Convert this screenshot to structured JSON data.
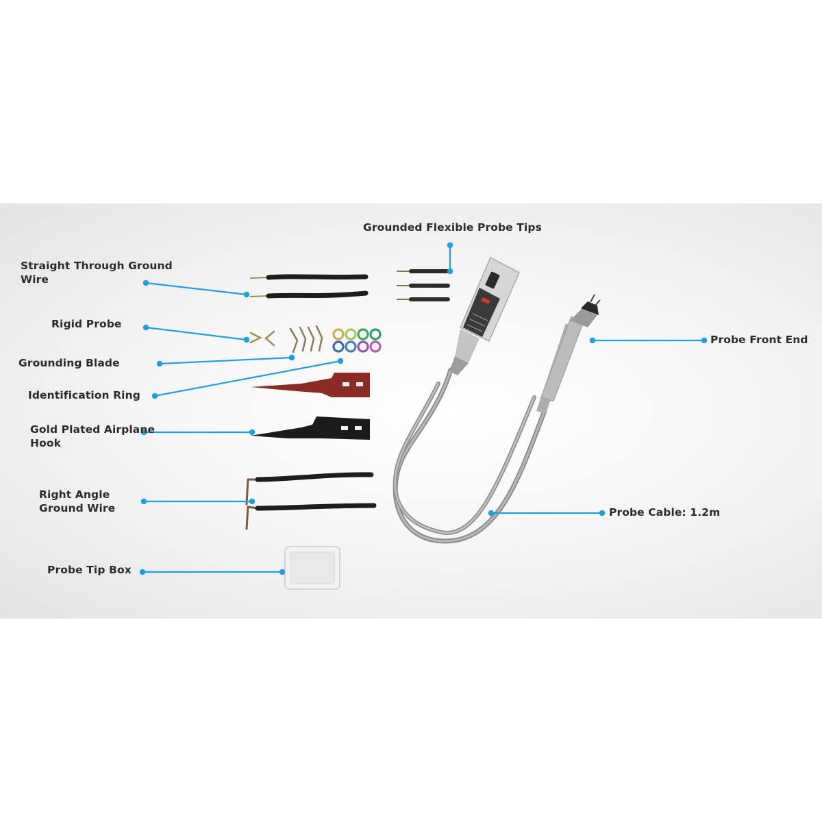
{
  "callouts": {
    "grounded_flexible_probe_tips": "Grounded Flexible Probe Tips",
    "straight_through_ground_wire": "Straight Through Ground\nWire",
    "rigid_probe": "Rigid Probe",
    "grounding_blade": "Grounding Blade",
    "identification_ring": "Identification Ring",
    "gold_plated_airplane_hook": "Gold Plated Airplane\nHook",
    "right_angle_ground_wire": "Right Angle\nGround Wire",
    "probe_tip_box": "Probe Tip Box",
    "probe_front_end": "Probe Front End",
    "probe_cable": "Probe Cable: 1.2m"
  },
  "colors": {
    "leader_line": "#1ba1e2",
    "label_text": "#2b2b2b",
    "ring_colors": [
      "#c9b04a",
      "#a8c94a",
      "#3ea860",
      "#2f9e6e",
      "#3a67b6",
      "#3f7fc4",
      "#9b4fb0",
      "#b05fa8"
    ]
  }
}
